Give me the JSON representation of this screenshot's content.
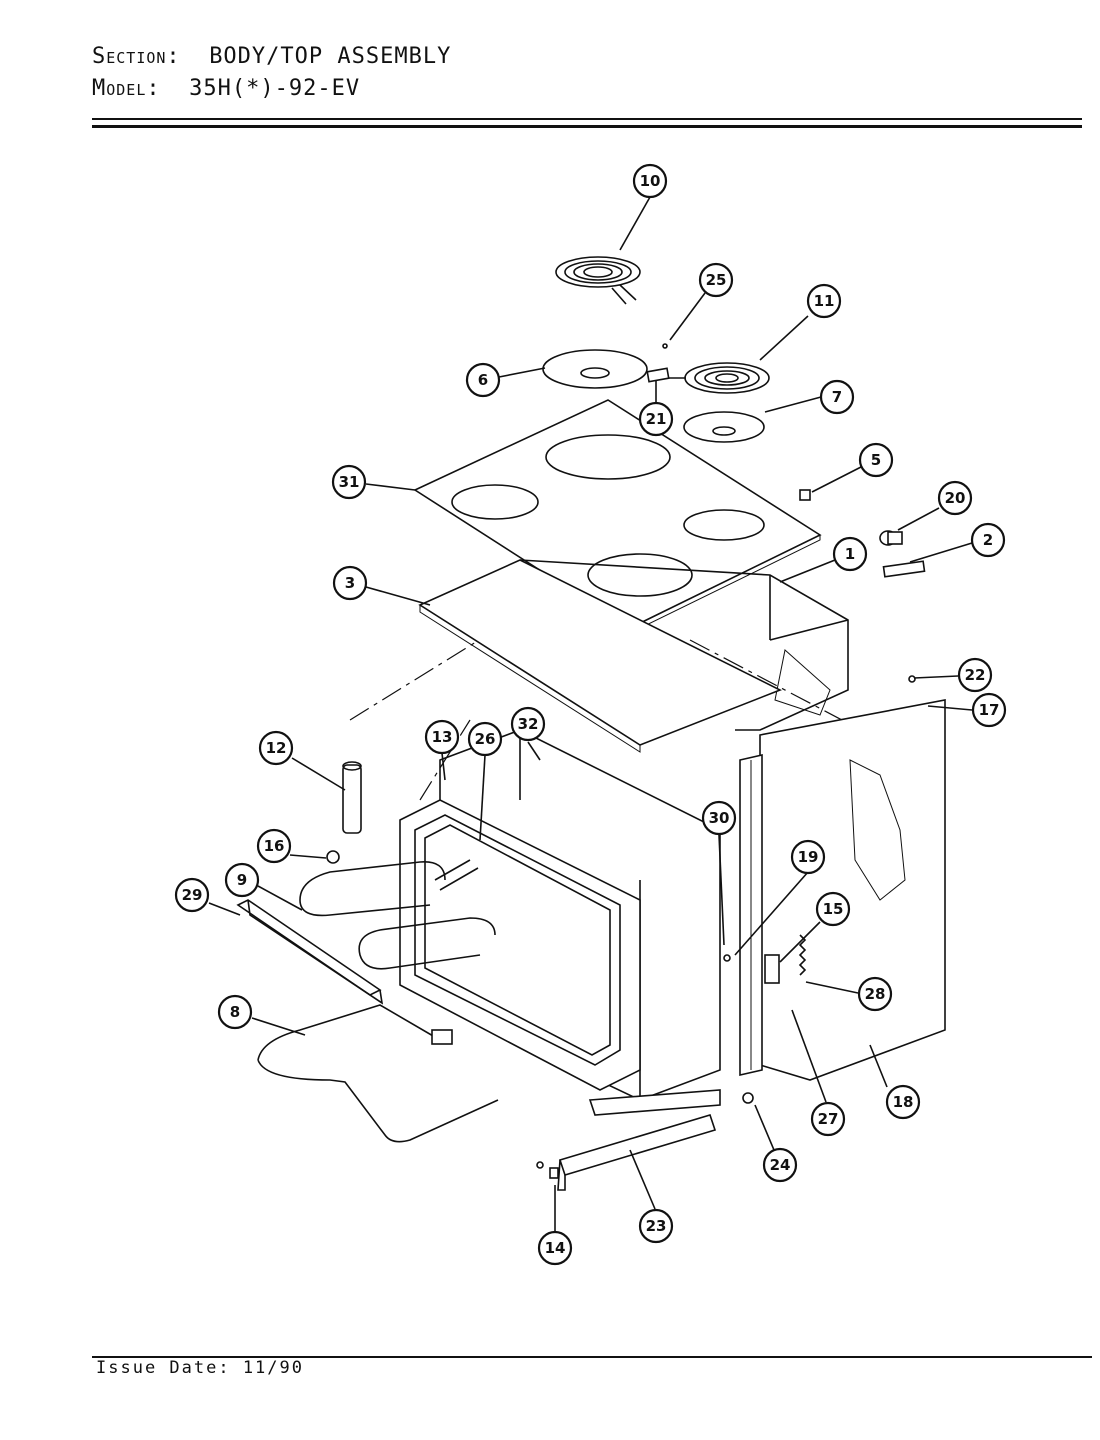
{
  "header": {
    "section_key": "Section:",
    "section_value": "BODY/TOP ASSEMBLY",
    "model_key": "Model:",
    "model_value": "35H(*)-92-EV"
  },
  "footer": {
    "issue_date": "Issue Date: 11/90"
  },
  "callouts": [
    "10",
    "25",
    "11",
    "6",
    "21",
    "7",
    "31",
    "5",
    "20",
    "2",
    "1",
    "3",
    "22",
    "17",
    "13",
    "26",
    "32",
    "12",
    "30",
    "19",
    "16",
    "9",
    "29",
    "15",
    "28",
    "8",
    "27",
    "18",
    "24",
    "23",
    "14"
  ]
}
